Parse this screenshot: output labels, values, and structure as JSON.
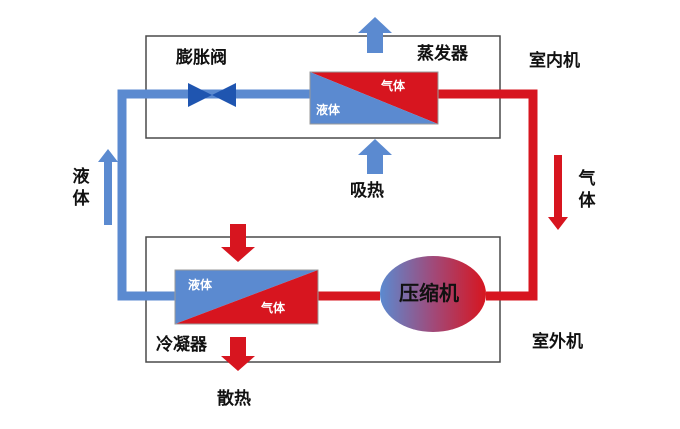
{
  "colors": {
    "pipe_blue": "#5b8ad0",
    "pipe_red": "#d7151f",
    "box_outline": "#4a4a4a"
  },
  "labels": {
    "expansion_valve": "膨胀阀",
    "evaporator": "蒸发器",
    "indoor_unit": "室内机",
    "absorb_heat": "吸热",
    "liquid_side": "液体",
    "gas_side": "气体",
    "condenser": "冷凝器",
    "outdoor_unit": "室外机",
    "dissipate_heat": "散热",
    "compressor": "压缩机"
  },
  "evaporator_block": {
    "liquid": "液体",
    "gas": "气体"
  },
  "condenser_block": {
    "liquid": "液体",
    "gas": "气体"
  }
}
